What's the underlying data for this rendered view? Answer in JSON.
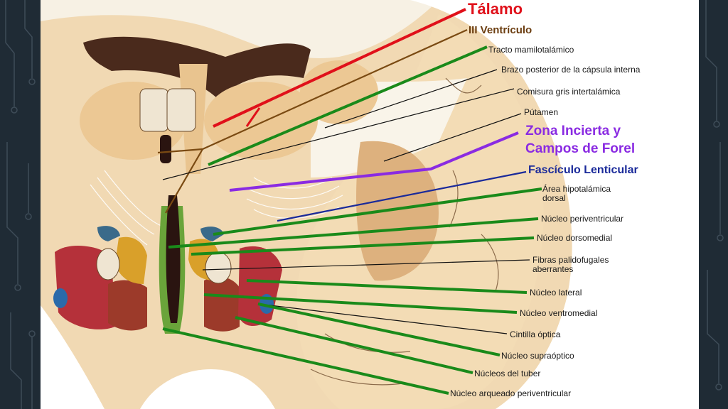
{
  "labels": {
    "talamo": "Tálamo",
    "ventriculo": "III Ventrículo",
    "tracto": "Tracto mamilotalámico",
    "brazo": "Brazo posterior de la cápsula interna",
    "comisura": "Comisura gris intertalámica",
    "putamen": "Pútamen",
    "zona_1": "Zona Incierta y",
    "zona_2": "Campos de Forel",
    "fasciculo": "Fascículo Lenticular",
    "area_1": "Área hipotalámica",
    "area_2": "dorsal",
    "periventricular": "Núcleo periventricular",
    "dorsomedial": "Núcleo dorsomedial",
    "fibras_1": "Fibras palidofugales",
    "fibras_2": "aberrantes",
    "lateral": "Núcleo lateral",
    "ventromedial": "Núcleo ventromedial",
    "cintilla": "Cintilla óptica",
    "supraoptico": "Núcleo supraóptico",
    "tuber": "Núcleos del tuber",
    "arqueado": "Núcleo arqueado periventricular"
  },
  "colors": {
    "talamo": "#e0101a",
    "ventriculo": "#7a4a12",
    "green_leader": "#1a8a1a",
    "zona": "#8a2be2",
    "fasciculo": "#1a2a9a",
    "black_leader": "#111111",
    "background": "#1f2b35"
  }
}
